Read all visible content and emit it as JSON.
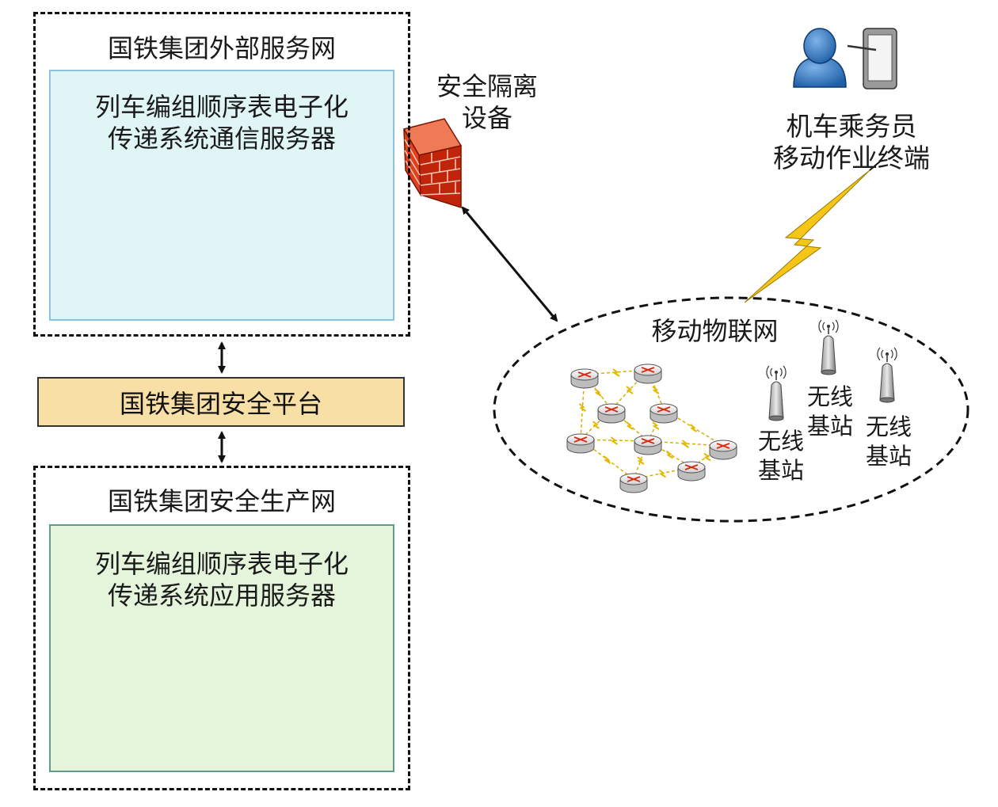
{
  "external_network": {
    "title": "国铁集团外部服务网",
    "server_line1": "列车编组顺序表电子化",
    "server_line2": "传递系统通信服务器",
    "fill": "#dff5f6",
    "border": "#8ec3de"
  },
  "platform": {
    "label": "国铁集团安全平台",
    "fill": "#f7dfa6"
  },
  "production_network": {
    "title": "国铁集团安全生产网",
    "server_line1": "列车编组顺序表电子化",
    "server_line2": "传递系统应用服务器",
    "fill": "#e5f5dc",
    "border": "#5f9a8f"
  },
  "firewall": {
    "line1": "安全隔离",
    "line2": "设备",
    "color": "#d62d12"
  },
  "terminal": {
    "line1": "机车乘务员",
    "line2": "移动作业终端",
    "icon": "user-with-tablet-icon"
  },
  "iot_network": {
    "title": "移动物联网",
    "base_station_line1": "无线",
    "base_station_line2": "基站"
  },
  "lightning_color": "#f5c518"
}
